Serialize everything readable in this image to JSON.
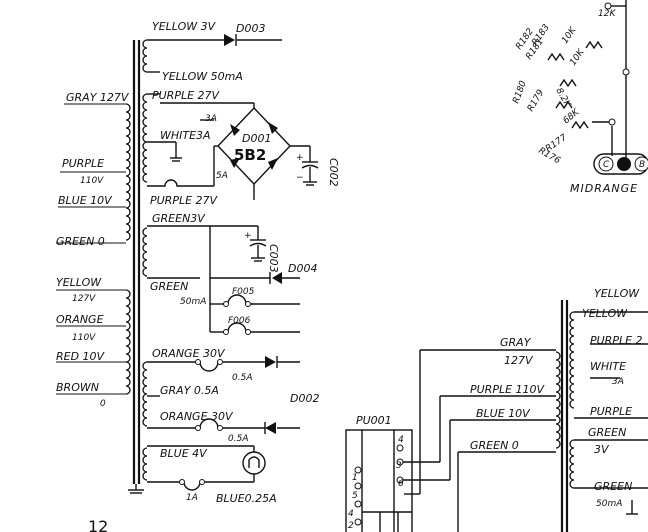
{
  "transformer_primary": {
    "labels": [
      "GRAY 127V",
      "PURPLE",
      "110V",
      "BLUE 10V",
      "GREEN 0",
      "YELLOW",
      "127V",
      "ORANGE",
      "110V",
      "RED 10V",
      "BROWN",
      "0"
    ]
  },
  "transformer_secondary": {
    "yellow_3v": "YELLOW 3V",
    "d003": "D003",
    "yellow_50ma": "YELLOW 50mA",
    "purple_27v_top": "PURPLE 27V",
    "fuse_3a": "3A",
    "white_3a": "WHITE3A",
    "fuse_5a": "5A",
    "purple_27v_bottom": "PURPLE 27V",
    "d001": "D001",
    "bridge_part": "5B2",
    "c002": "C002",
    "green_3v": "GREEN3V",
    "c003": "C003",
    "d004": "D004",
    "green": "GREEN",
    "green_50ma": "50mA",
    "f005": "F005",
    "f006": "F006",
    "orange_30v_top": "ORANGE 30V",
    "fuse_05a_a": "0.5A",
    "gray_05a": "GRAY 0.5A",
    "d002": "D002",
    "orange_30v_bottom": "ORANGE 30V",
    "fuse_05a_b": "0.5A",
    "blue_4v": "BLUE 4V",
    "fuse_1a": "1A",
    "blue_025a": "BLUE0.25A"
  },
  "page_number": "12",
  "resistor_network": {
    "labels": [
      "R182",
      "R183",
      "R181",
      "R180",
      "R179",
      "R177",
      "R176",
      "10K",
      "10K",
      "8.2K",
      "68K",
      "12K"
    ],
    "midrange": "MIDRANGE",
    "connector_pins": [
      "C",
      "B"
    ]
  },
  "pu001": {
    "title": "PU001",
    "pins": [
      "4",
      "3",
      "6",
      "1",
      "5",
      "4",
      "2"
    ]
  },
  "transformer2_primary": {
    "labels": [
      "GRAY",
      "127V",
      "PURPLE 110V",
      "BLUE 10V",
      "GREEN 0"
    ]
  },
  "transformer2_secondary": {
    "labels": [
      "YELLOW",
      "YELLOW",
      "PURPLE 2",
      "WHITE",
      "3A",
      "PURPLE",
      "GREEN",
      "3V",
      "GREEN",
      "50mA"
    ]
  }
}
